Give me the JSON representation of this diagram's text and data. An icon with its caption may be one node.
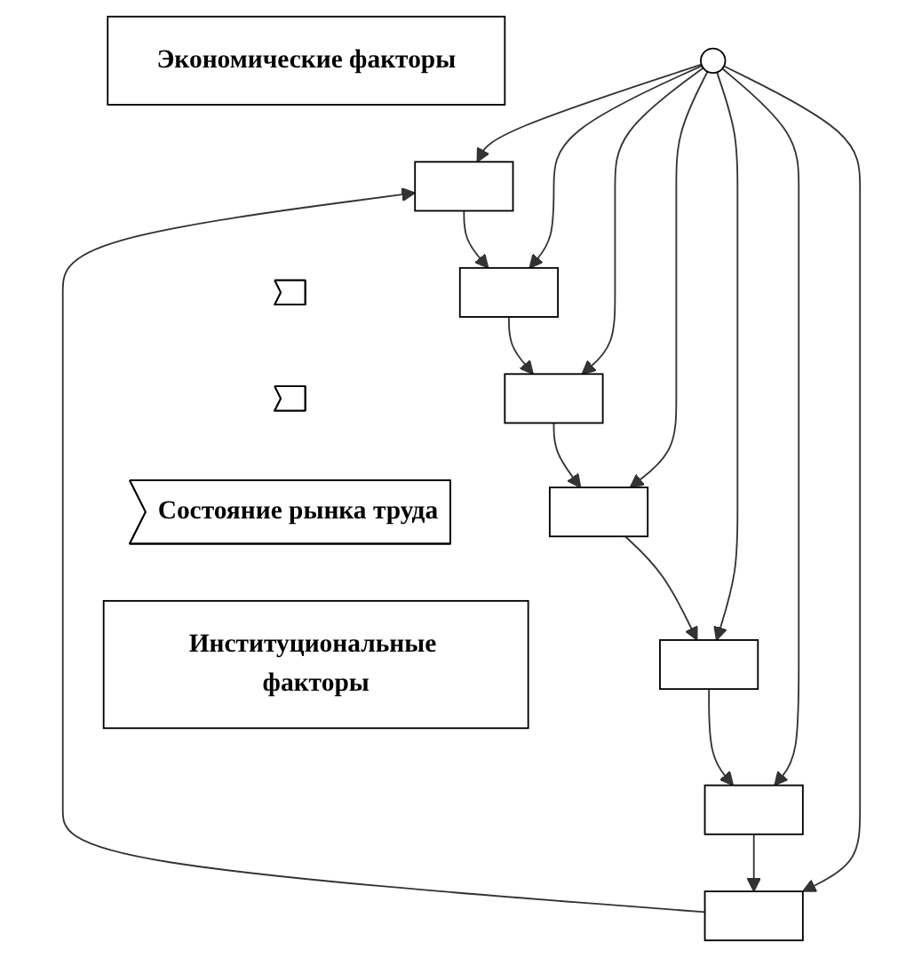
{
  "diagram": {
    "nodes": [
      {
        "text": [
          "Экономические факторы"
        ]
      },
      {
        "text": [],
        "shape": "box"
      },
      {
        "text": [],
        "shape": "box"
      },
      {
        "text": [],
        "shape": "box"
      },
      {
        "text": [],
        "shape": "box"
      },
      {
        "text": [],
        "shape": "circle"
      },
      {
        "text": [],
        "shape": "box"
      },
      {
        "text": [],
        "shape": "box"
      },
      {
        "text": [],
        "shape": "box"
      },
      {
        "text": [],
        "shape": "arrow"
      },
      {
        "text": [],
        "shape": "arrow"
      },
      {
        "text": [
          "Состояние рынка труда"
        ]
      },
      {
        "text": [
          "Институциональные факторы"
        ]
      }
    ],
    "edges": [
      {
        "from": 5,
        "to": 1,
        "arrow": "to"
      },
      {
        "from": 5,
        "to": 2,
        "arrow": "to"
      },
      {
        "from": 5,
        "to": 4,
        "arrow": "to"
      },
      {
        "from": 5,
        "to": 7,
        "arrow": "to"
      },
      {
        "from": 5,
        "to": 3,
        "arrow": "to"
      },
      {
        "from": 5,
        "to": 6,
        "arrow": "to"
      },
      {
        "from": 5,
        "to": 8,
        "arrow": "to"
      },
      {
        "from": 2,
        "to": 1,
        "arrow": "to"
      },
      {
        "from": 1,
        "to": 3,
        "arrow": "to"
      },
      {
        "from": 3,
        "to": 6,
        "arrow": "to"
      },
      {
        "from": 6,
        "to": 8,
        "arrow": "to"
      },
      {
        "from": 8,
        "to": 7,
        "arrow": "to"
      },
      {
        "from": 7,
        "to": 4,
        "arrow": "to"
      },
      {
        "from": 4,
        "to": 2,
        "arrow": "to"
      }
    ]
  }
}
